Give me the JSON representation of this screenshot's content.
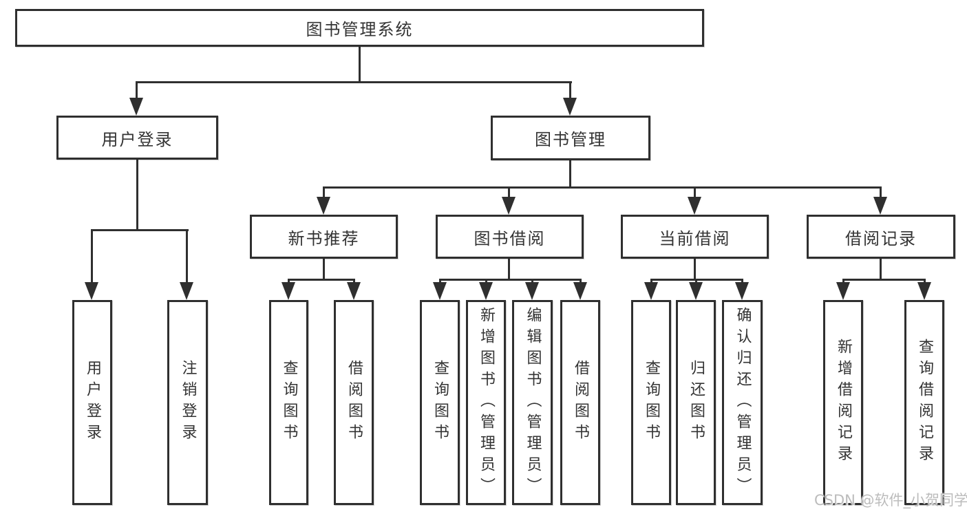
{
  "diagram_type": "hierarchy-tree",
  "colors": {
    "line": "#2f2f2f",
    "text": "#333333",
    "background": "#ffffff",
    "watermark": "#bcbcbc"
  },
  "tree": {
    "label": "图书管理系统",
    "children": [
      {
        "label": "用户登录",
        "children": [
          {
            "label": "用户登录"
          },
          {
            "label": "注销登录"
          }
        ]
      },
      {
        "label": "图书管理",
        "children": [
          {
            "label": "新书推荐",
            "children": [
              {
                "label": "查询图书"
              },
              {
                "label": "借阅图书"
              }
            ]
          },
          {
            "label": "图书借阅",
            "children": [
              {
                "label": "查询图书"
              },
              {
                "label": "新增图书（管理员）"
              },
              {
                "label": "编辑图书（管理员）"
              },
              {
                "label": "借阅图书"
              }
            ]
          },
          {
            "label": "当前借阅",
            "children": [
              {
                "label": "查询图书"
              },
              {
                "label": "归还图书"
              },
              {
                "label": "确认归还（管理员）"
              }
            ]
          },
          {
            "label": "借阅记录",
            "children": [
              {
                "label": "新增借阅记录"
              },
              {
                "label": "查询借阅记录"
              }
            ]
          }
        ]
      }
    ]
  },
  "watermark": {
    "text": "CSDN @软件_小贺同学"
  }
}
